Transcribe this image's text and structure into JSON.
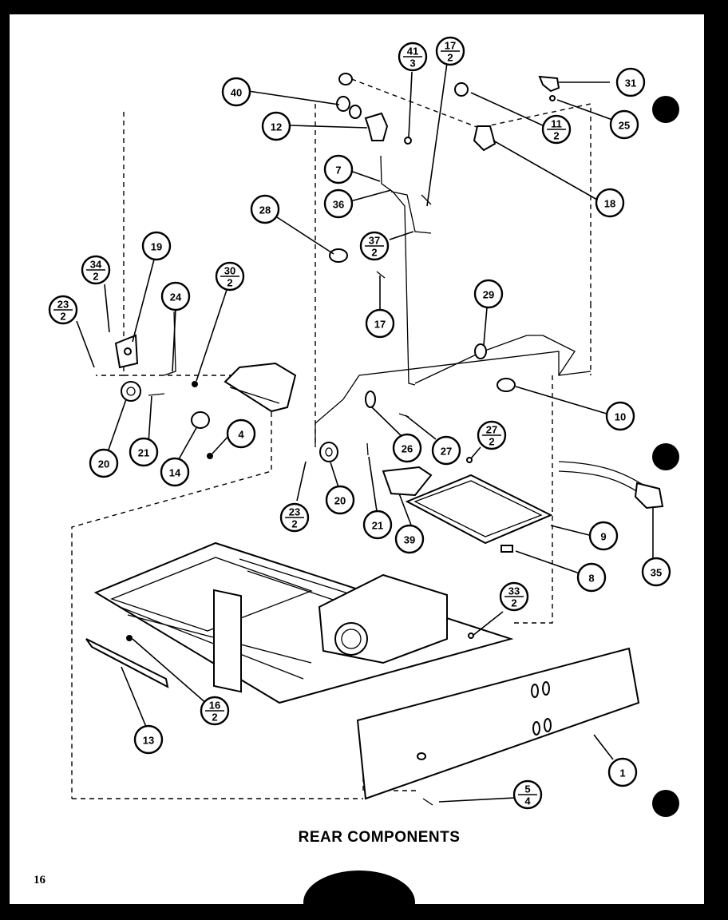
{
  "title": "REAR COMPONENTS",
  "page_number": "16",
  "callouts": [
    {
      "id": "c1",
      "label": "1"
    },
    {
      "id": "c4",
      "label": "4"
    },
    {
      "id": "c5",
      "label": "5",
      "qty": "4"
    },
    {
      "id": "c7",
      "label": "7"
    },
    {
      "id": "c8",
      "label": "8"
    },
    {
      "id": "c9",
      "label": "9"
    },
    {
      "id": "c10",
      "label": "10"
    },
    {
      "id": "c11",
      "label": "11",
      "qty": "2"
    },
    {
      "id": "c12",
      "label": "12"
    },
    {
      "id": "c13",
      "label": "13"
    },
    {
      "id": "c14",
      "label": "14"
    },
    {
      "id": "c16",
      "label": "16",
      "qty": "2"
    },
    {
      "id": "c17a",
      "label": "17",
      "qty": "2"
    },
    {
      "id": "c17b",
      "label": "17"
    },
    {
      "id": "c18",
      "label": "18"
    },
    {
      "id": "c19",
      "label": "19"
    },
    {
      "id": "c20a",
      "label": "20"
    },
    {
      "id": "c20b",
      "label": "20"
    },
    {
      "id": "c21a",
      "label": "21"
    },
    {
      "id": "c21b",
      "label": "21"
    },
    {
      "id": "c23a",
      "label": "23",
      "qty": "2"
    },
    {
      "id": "c23b",
      "label": "23",
      "qty": "2"
    },
    {
      "id": "c24",
      "label": "24"
    },
    {
      "id": "c25",
      "label": "25"
    },
    {
      "id": "c26",
      "label": "26"
    },
    {
      "id": "c27a",
      "label": "27"
    },
    {
      "id": "c27b",
      "label": "27",
      "qty": "2"
    },
    {
      "id": "c28",
      "label": "28"
    },
    {
      "id": "c29",
      "label": "29"
    },
    {
      "id": "c30",
      "label": "30",
      "qty": "2"
    },
    {
      "id": "c31",
      "label": "31"
    },
    {
      "id": "c33",
      "label": "33",
      "qty": "2"
    },
    {
      "id": "c34",
      "label": "34",
      "qty": "2"
    },
    {
      "id": "c35",
      "label": "35"
    },
    {
      "id": "c36",
      "label": "36"
    },
    {
      "id": "c37",
      "label": "37",
      "qty": "2"
    },
    {
      "id": "c39",
      "label": "39"
    },
    {
      "id": "c40",
      "label": "40"
    },
    {
      "id": "c41",
      "label": "41",
      "qty": "3"
    }
  ]
}
